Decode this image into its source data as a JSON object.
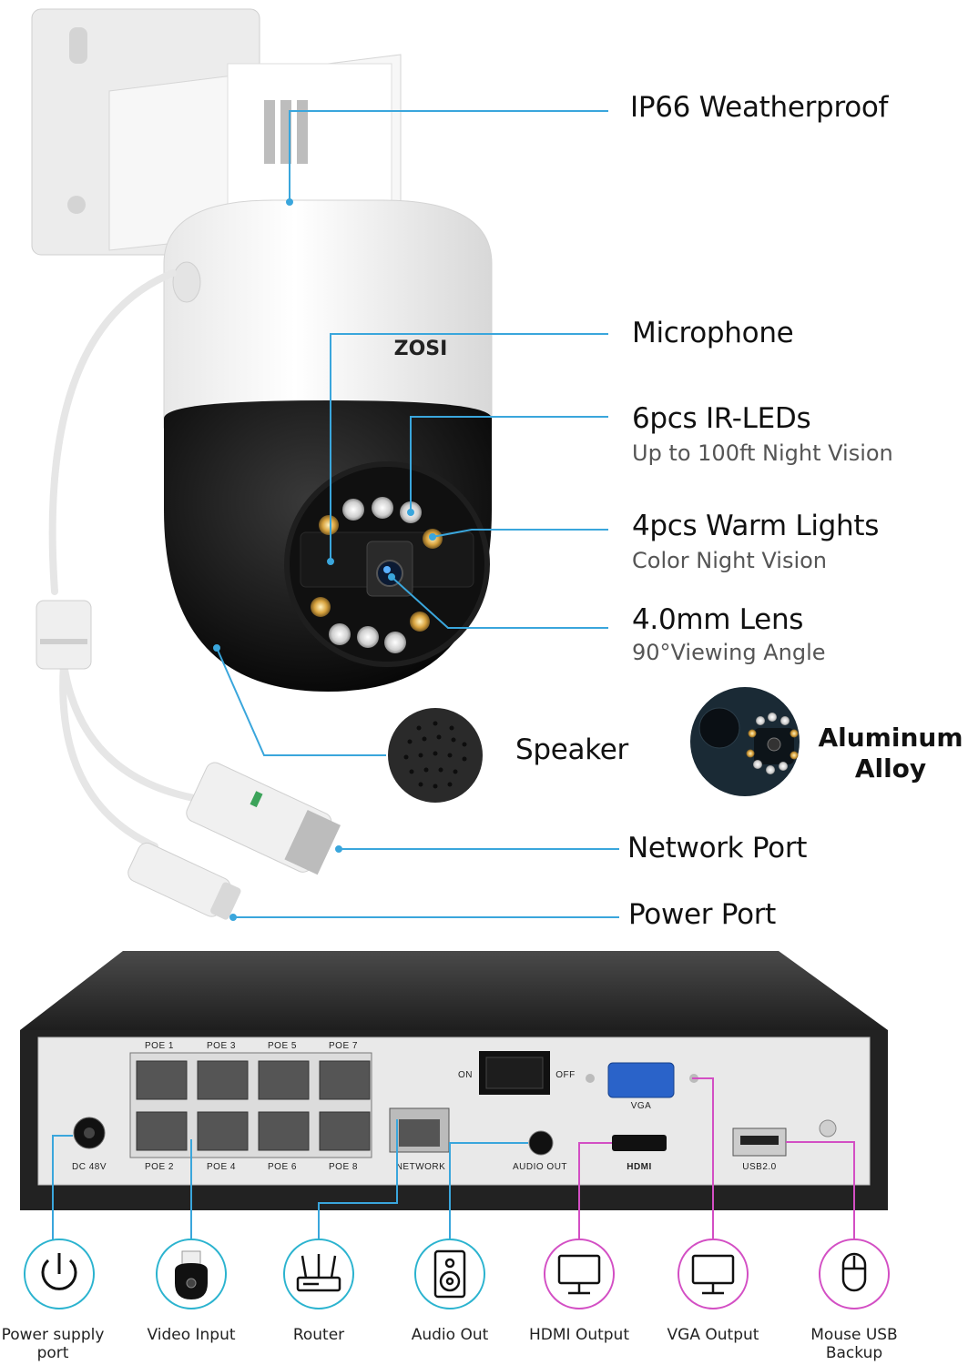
{
  "camera": {
    "brand": "ZOSI",
    "features": [
      {
        "title": "IP66 Weatherproof",
        "subtitle": ""
      },
      {
        "title": "Microphone",
        "subtitle": ""
      },
      {
        "title": "6pcs IR-LEDs",
        "subtitle": "Up to 100ft Night Vision"
      },
      {
        "title": "4pcs Warm Lights",
        "subtitle": "Color Night Vision"
      },
      {
        "title": "4.0mm Lens",
        "subtitle": "90°Viewing Angle"
      }
    ],
    "speaker_label": "Speaker",
    "alloy_label_line1": "Aluminum",
    "alloy_label_line2": "Alloy",
    "network_port_label": "Network Port",
    "power_port_label": "Power Port"
  },
  "nvr": {
    "poe_top": [
      "POE 1",
      "POE 3",
      "POE 5",
      "POE 7"
    ],
    "poe_bottom": [
      "POE 2",
      "POE 4",
      "POE 6",
      "POE 8"
    ],
    "dc_label": "DC 48V",
    "network_label": "NETWORK",
    "audio_out_label": "AUDIO OUT",
    "on_label": "ON",
    "off_label": "OFF",
    "vga_label": "VGA",
    "hdmi_label": "HDMI",
    "usb_label": "USB2.0"
  },
  "icons": [
    {
      "label": "Power supply port",
      "icon": "power-icon",
      "color": "#2bb3cf"
    },
    {
      "label": "Video Input",
      "icon": "camera-icon",
      "color": "#2bb3cf"
    },
    {
      "label": "Router",
      "icon": "router-icon",
      "color": "#2bb3cf"
    },
    {
      "label": "Audio Out",
      "icon": "speaker-icon",
      "color": "#2bb3cf"
    },
    {
      "label": "HDMI Output",
      "icon": "monitor-icon",
      "color": "#d34fc4"
    },
    {
      "label": "VGA Output",
      "icon": "monitor-icon",
      "color": "#d34fc4"
    },
    {
      "label": "Mouse USB Backup",
      "icon": "mouse-icon",
      "color": "#d34fc4"
    }
  ],
  "colors": {
    "cyan_line": "#3aa6dc",
    "magenta_line": "#d34fc4"
  }
}
